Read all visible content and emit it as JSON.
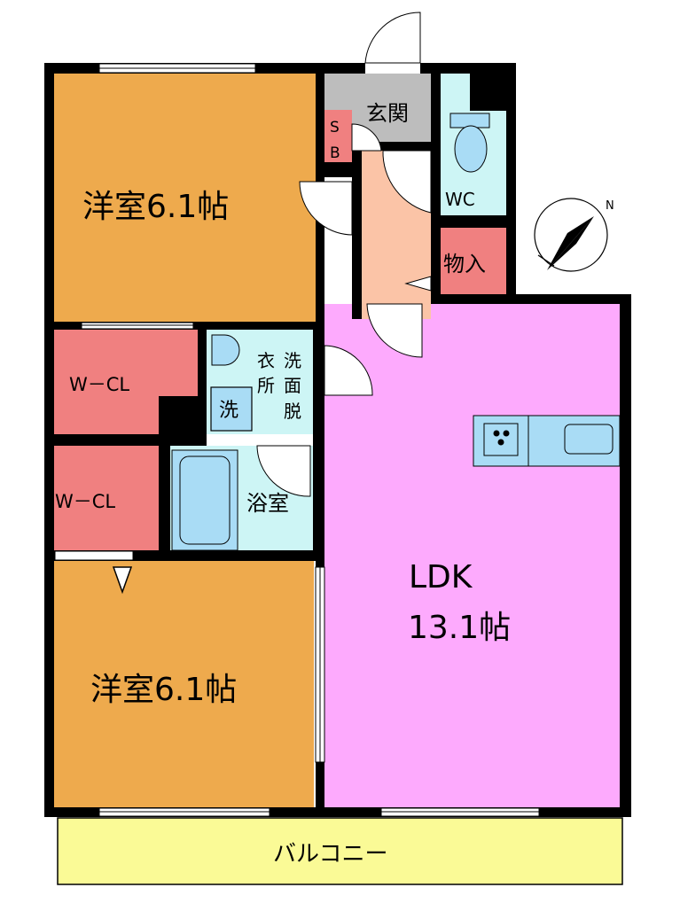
{
  "rooms": {
    "western_top": {
      "label": "洋室6.1帖",
      "color": "#eeaa4d"
    },
    "western_bottom": {
      "label": "洋室6.1帖",
      "color": "#eeaa4d"
    },
    "ldk": {
      "label_1": "LDK",
      "label_2": "13.1帖",
      "color": "#fdaafd"
    },
    "entrance": {
      "label": "玄関",
      "color": "#bdbdbd"
    },
    "shoe_box": {
      "label_1": "S",
      "label_2": "B",
      "color": "#f08080"
    },
    "wc": {
      "label": "WC",
      "color": "#cdf5f5"
    },
    "storage": {
      "label": "物入",
      "color": "#f08080"
    },
    "hallway": {
      "color": "#fbc4a7"
    },
    "wcl_top": {
      "label": "W－CL",
      "color": "#f08080"
    },
    "wcl_bottom": {
      "label": "W－CL",
      "color": "#f08080"
    },
    "washroom": {
      "label_1": "衣",
      "label_2": "所",
      "label_3": "洗",
      "label_4": "面",
      "label_5": "脱",
      "color": "#cdf5f5"
    },
    "washer": {
      "label": "洗"
    },
    "bathroom": {
      "label": "浴室",
      "color": "#cdf5f5"
    },
    "balcony": {
      "label": "バルコニー",
      "color": "#fafa96"
    }
  },
  "compass": {
    "label": "N"
  }
}
